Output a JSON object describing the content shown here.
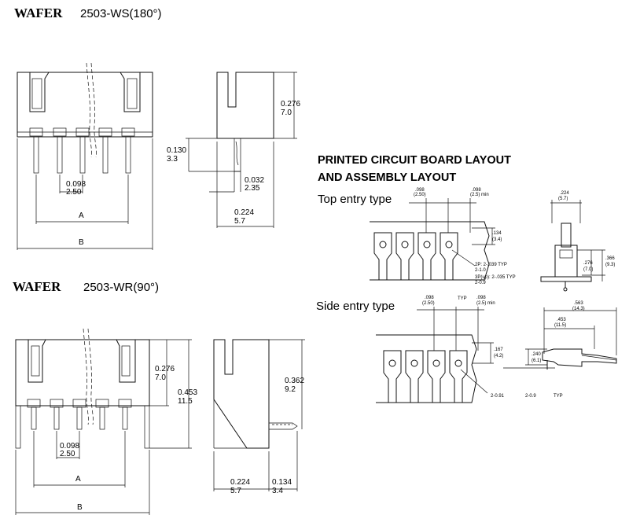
{
  "top_wafer": {
    "brand": "WAFER",
    "model": "2503-WS(180°)",
    "dims": {
      "height_in": "0.276",
      "height_mm": "7.0",
      "pin_len_in": "0.130",
      "pin_len_mm": "3.3",
      "pitch_in": "0.098",
      "pitch_mm": "2.50",
      "pin_thk_in": "0.032",
      "pin_thk_mm": "2.35",
      "depth_in": "0.224",
      "depth_mm": "5.7",
      "label_a": "A",
      "label_b": "B"
    }
  },
  "bottom_wafer": {
    "brand": "WAFER",
    "model": "2503-WR(90°)",
    "dims": {
      "height_in": "0.276",
      "height_mm": "7.0",
      "total_in": "0.453",
      "total_mm": "11.5",
      "side_h_in": "0.362",
      "side_h_mm": "9.2",
      "pitch_in": "0.098",
      "pitch_mm": "2.50",
      "depth_in": "0.224",
      "depth_mm": "5.7",
      "pin_ext_in": "0.134",
      "pin_ext_mm": "3.4",
      "label_a": "A",
      "label_b": "B"
    }
  },
  "pcb_layout": {
    "title_line1": "PRINTED CIRCUIT BOARD LAYOUT",
    "title_line2": "AND ASSEMBLY LAYOUT",
    "top_entry": {
      "label": "Top entry type",
      "pitch_in": ".098",
      "pitch_mm": "(2.50)",
      "min_in": ".098",
      "min_mm": "(2.5) min",
      "hole_in": ".134",
      "hole_mm": "(3.4)",
      "note1": "2P: 2-.039   TYP",
      "note2": "2-1.0",
      "note3": "3P(up): 2-.035    TYP",
      "note4": "2-0.9",
      "w_in": ".224",
      "w_mm": "(5.7)",
      "h1_in": ".276",
      "h1_mm": "(7.0)",
      "h2_in": ".366",
      "h2_mm": "(9.3)"
    },
    "side_entry": {
      "label": "Side entry type",
      "pitch_in": ".098",
      "pitch_mm": "(2.50)",
      "typ": "TYP",
      "min_in": ".098",
      "min_mm": "(2.5) min",
      "hole_in": ".167",
      "hole_mm": "(4.2)",
      "note1": "2-0.91",
      "note2": "2-0.9",
      "typ2": "TYP",
      "l1_in": ".563",
      "l1_mm": "(14.3)",
      "l2_in": ".453",
      "l2_mm": "(11.5)",
      "h_in": ".240",
      "h_mm": "(6.1)"
    }
  }
}
